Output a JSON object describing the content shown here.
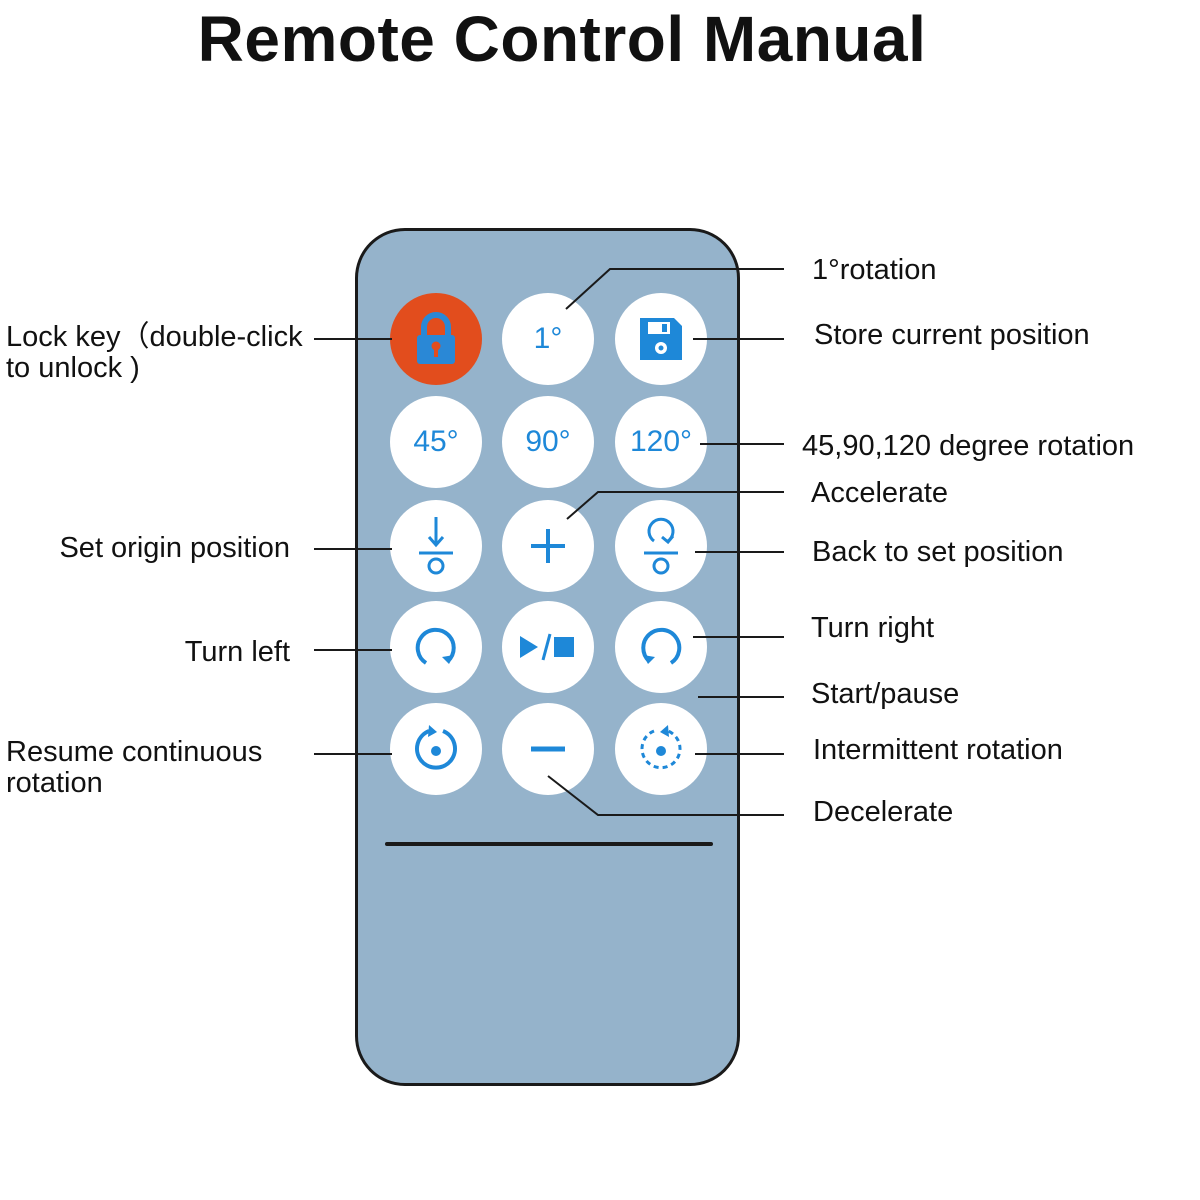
{
  "title": "Remote Control Manual",
  "colors": {
    "remote_body": "#95b3cb",
    "button_face": "#ffffff",
    "button_glyph": "#1e88d8",
    "lock_button": "#e24d1d"
  },
  "buttons": {
    "one_degree": "1°",
    "deg45": "45°",
    "deg90": "90°",
    "deg120": "120°",
    "lock_icon": "lock-icon",
    "save_icon": "floppy-disk-icon",
    "set_origin_icon": "arrow-down-to-origin-icon",
    "plus_icon": "plus-icon",
    "back_icon": "return-to-position-icon",
    "turn_left_icon": "clockwise-arrow-icon",
    "play_pause_icon": "play-stop-icon",
    "turn_right_icon": "counterclockwise-arrow-icon",
    "resume_icon": "continuous-rotation-icon",
    "minus_icon": "minus-icon",
    "intermittent_icon": "dashed-rotation-icon"
  },
  "labels": {
    "lock_key_line1": "Lock key（double-click",
    "lock_key_line2": "to unlock )",
    "set_origin": "Set origin position",
    "turn_left": "Turn left",
    "resume_line1": "Resume continuous",
    "resume_line2": "rotation",
    "one_degree_rotation": "1°rotation",
    "store_position": "Store current position",
    "degree_rotation": "45,90,120 degree rotation",
    "accelerate": "Accelerate",
    "back_to_set": "Back to set position",
    "turn_right": "Turn right",
    "start_pause": "Start/pause",
    "intermittent": "Intermittent rotation",
    "decelerate": "Decelerate"
  }
}
